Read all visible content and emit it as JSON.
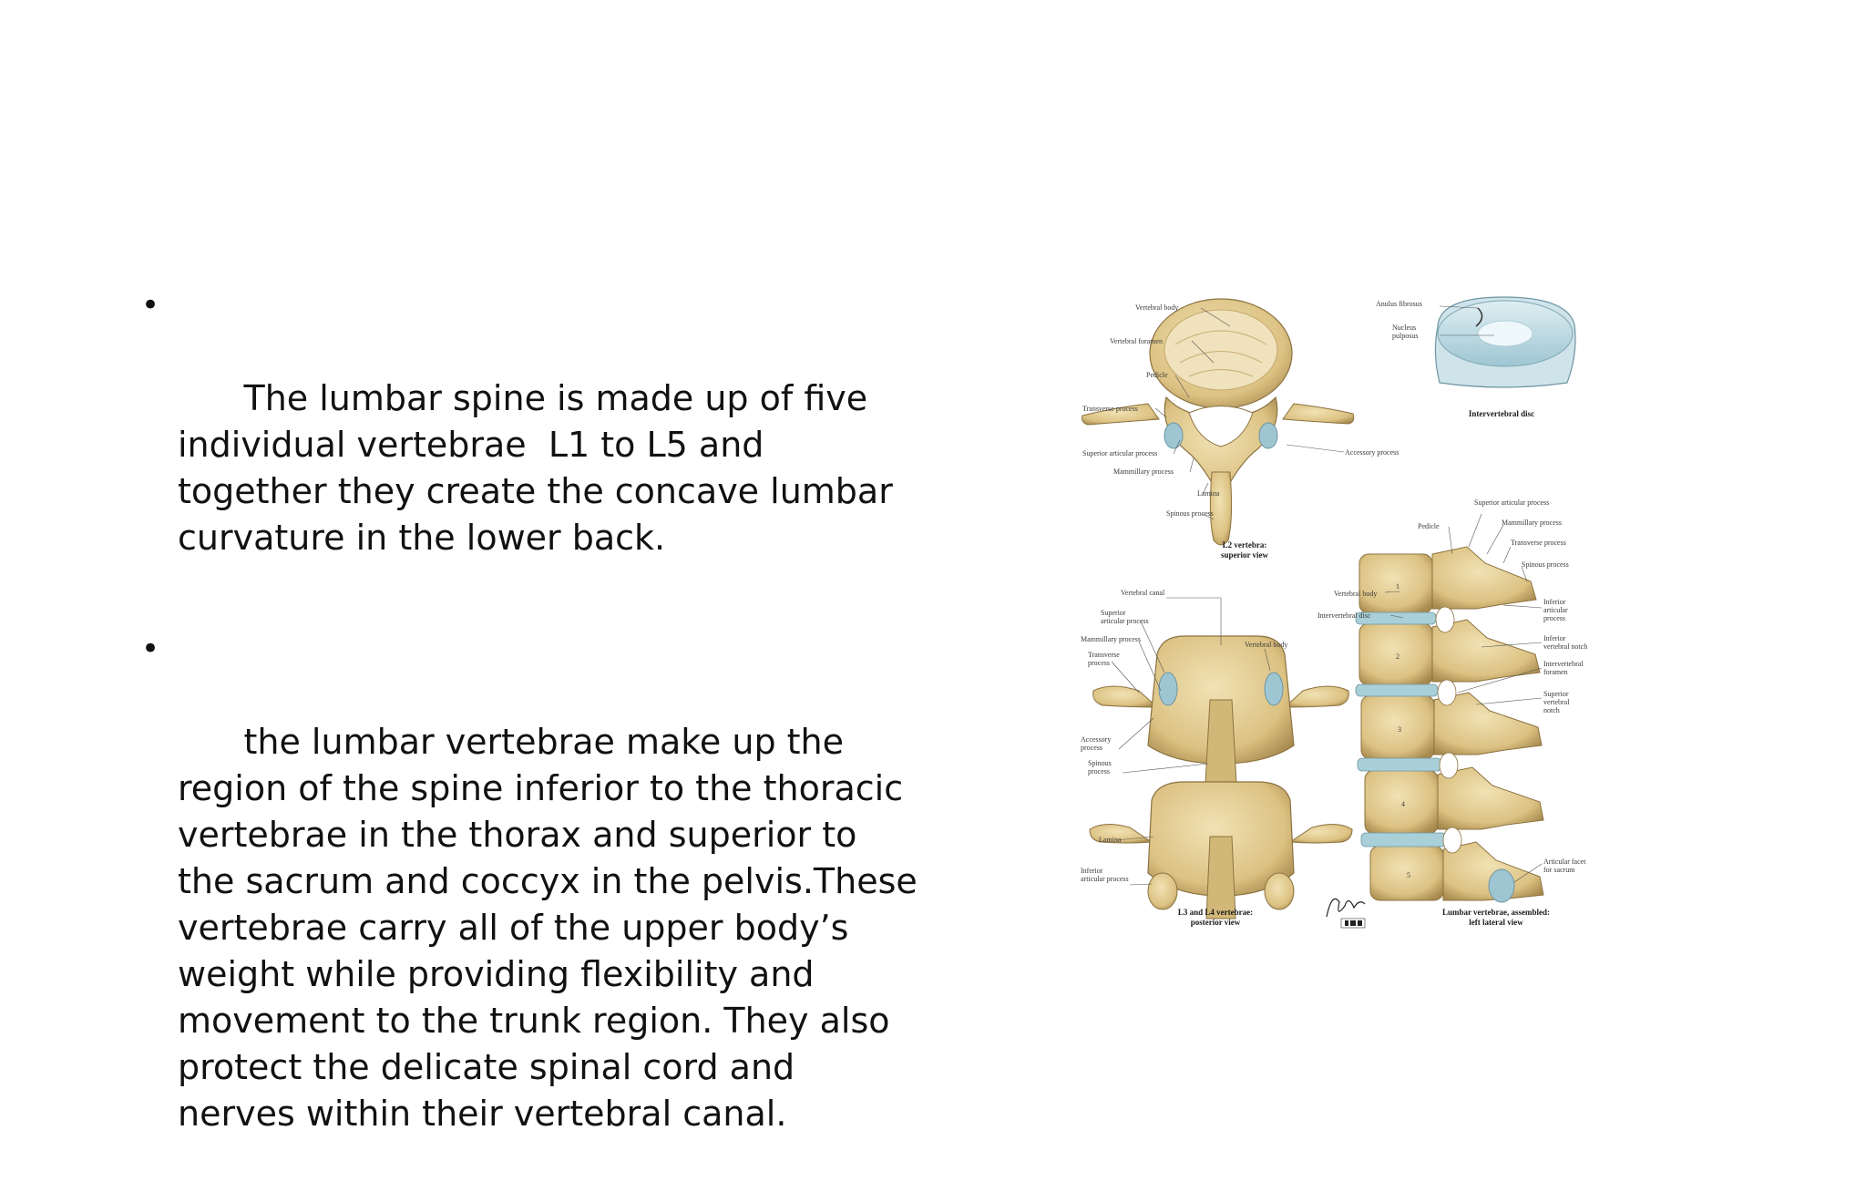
{
  "slide": {
    "bullets": [
      "The lumbar spine is made up of five individual vertebrae  L1 to L5 and together they create the concave lumbar curvature in the lower back.",
      "the lumbar vertebrae make up the region of the spine inferior to the thoracic vertebrae in the thorax and superior to the sacrum and coccyx in the pelvis.These vertebrae carry all of the upper body’s weight while providing flexibility and movement to the trunk region. They also protect the delicate spinal cord and nerves within their vertebral canal."
    ],
    "bullet_symbol": "•"
  },
  "figure": {
    "superior_view": {
      "labels": {
        "vertebral_body": "Vertebral body",
        "vertebral_foramen": "Vertebral foramen",
        "pedicle": "Pedicle",
        "transverse_process": "Transverse process",
        "superior_articular_process": "Superior articular process",
        "mammillary_process": "Mammillary process",
        "lamina": "Lamina",
        "spinous_process": "Spinous process",
        "accessory_process": "Accessory process"
      },
      "caption_line1": "L2 vertebra:",
      "caption_line2": "superior view"
    },
    "disc": {
      "labels": {
        "anulus_fibrosus": "Anulus fibrosus",
        "nucleus_line1": "Nucleus",
        "nucleus_line2": "pulposus"
      },
      "caption": "Intervertebral disc"
    },
    "posterior_view": {
      "labels": {
        "vertebral_canal": "Vertebral canal",
        "superior_articular_line1": "Superior",
        "superior_articular_line2": "articular process",
        "mammillary_process": "Mammillary process",
        "transverse_line1": "Transverse",
        "transverse_line2": "process",
        "vertebral_body": "Vertebral body",
        "accessory_line1": "Accessory",
        "accessory_line2": "process",
        "spinous_line1": "Spinous",
        "spinous_line2": "process",
        "lamina": "Lamina",
        "inferior_articular_line1": "Inferior",
        "inferior_articular_line2": "articular process"
      },
      "caption_line1": "L3 and L4 vertebrae:",
      "caption_line2": "posterior view"
    },
    "lateral_view": {
      "labels": {
        "pedicle": "Pedicle",
        "superior_articular_process": "Superior articular process",
        "mammillary_process": "Mammillary process",
        "transverse_process": "Transverse process",
        "spinous_process": "Spinous process",
        "vertebral_body": "Vertebral body",
        "intervertebral_disc": "Intervertebral disc",
        "inferior_articular_line1": "Inferior",
        "inferior_articular_line2": "articular",
        "inferior_articular_line3": "process",
        "inferior_notch_line1": "Inferior",
        "inferior_notch_line2": "vertebral notch",
        "iv_foramen_line1": "Intervertebral",
        "iv_foramen_line2": "foramen",
        "superior_notch_line1": "Superior",
        "superior_notch_line2": "vertebral",
        "superior_notch_line3": "notch",
        "articular_facet_line1": "Articular facet",
        "articular_facet_line2": "for sacrum"
      },
      "level_numbers": [
        "1",
        "2",
        "3",
        "4",
        "5"
      ],
      "caption_line1": "Lumbar vertebrae, assembled:",
      "caption_line2": "left lateral view"
    },
    "colors": {
      "bone": "#e6d39c",
      "bone_dark": "#b89a5c",
      "bone_shadow": "#8c7240",
      "disc": "#a9cfd9",
      "disc_core": "#dfeff3"
    },
    "publisher_logo": "ICON",
    "signature": "F. Netter"
  }
}
